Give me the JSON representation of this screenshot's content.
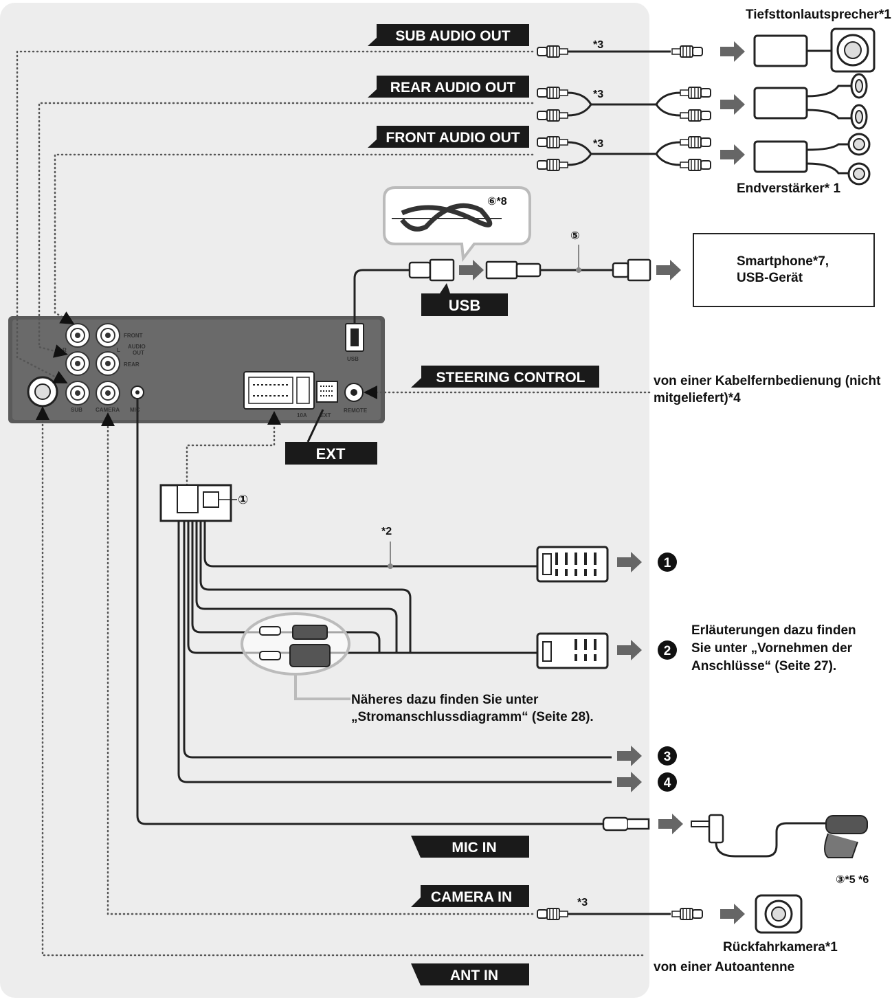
{
  "labels": {
    "sub_audio_out": "SUB AUDIO OUT",
    "rear_audio_out": "REAR AUDIO OUT",
    "front_audio_out": "FRONT AUDIO OUT",
    "usb": "USB",
    "steering_control": "STEERING CONTROL",
    "ext": "EXT",
    "mic_in": "MIC IN",
    "camera_in": "CAMERA IN",
    "ant_in": "ANT IN"
  },
  "devices": {
    "subwoofer": "Tiefsttonlautsprecher*1",
    "amplifier": "Endverstärker* 1",
    "smartphone_line1": "Smartphone*7,",
    "smartphone_line2": "USB-Gerät",
    "remote_line1": "von einer Kabelfernbedienung (nicht",
    "remote_line2": "mitgeliefert)*4",
    "rear_camera": "Rückfahrkamera*1",
    "car_antenna": "von einer Autoantenne"
  },
  "notes": {
    "star3": "*3",
    "star2": "*2",
    "item6_star8": "⑥*8",
    "item5": "⑤",
    "item1": "①",
    "item3_star5_star6": "③*5 *6",
    "explain_line1": "Erläuterungen dazu finden",
    "explain_line2": "Sie unter „Vornehmen der",
    "explain_line3": "Anschlüsse“ (Seite 27).",
    "power_line1": "Näheres dazu finden Sie unter",
    "power_line2": "„Stromanschlussdiagramm“ (Seite 28)."
  },
  "outputs": [
    "1",
    "2",
    "3",
    "4"
  ],
  "unit_labels": {
    "front": "FRONT",
    "audio": "AUDIO",
    "out": "OUT",
    "rear": "REAR",
    "r": "R",
    "l": "L",
    "sub": "SUB",
    "camera": "CAMERA",
    "mic": "MIC",
    "usb": "USB",
    "fuse": "10A",
    "ext": "EXT",
    "remote": "REMOTE"
  },
  "colors": {
    "panel": "#ededed",
    "label_bg": "#1a1a1a",
    "arrow": "#666666",
    "unit": "#555555"
  }
}
